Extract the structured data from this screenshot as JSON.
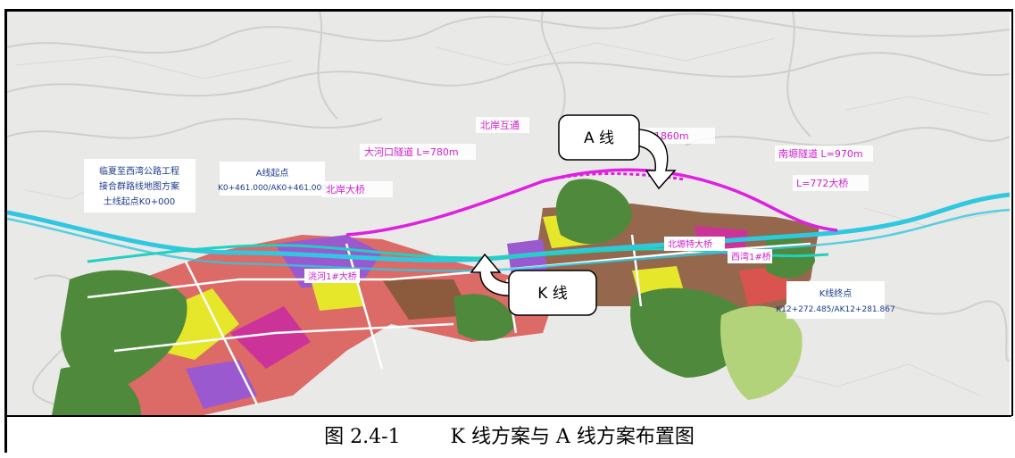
{
  "caption": "图 2.4-1        K 线方案与 A 线方案布置图",
  "callouts": {
    "a_line": "A 线",
    "k_line": "K 线"
  },
  "labels": {
    "left_project": [
      "临夏至西湾公路工程",
      "接合群路线地图方案",
      "土线起点K0+000"
    ],
    "a_start": [
      "A线起点",
      "K0+461.000/AK0+461.000"
    ],
    "k_end": [
      "K线终点",
      "K12+272.485/AK12+281.867"
    ],
    "magenta_tunnel_1": "大河口隧道  L=780m",
    "magenta_bridge_1": "北岸互通",
    "magenta_tunnel_2": "北塬隧道  L=1860m",
    "magenta_bridge_2": "北岸大桥",
    "magenta_bridge_3": "南塬隧道  L=970m",
    "magenta_bridge_4": "L=772大桥",
    "k_bridge_1": "洮河1#大桥",
    "k_bridge_2": "北塬特大桥",
    "k_bridge_3": "西湾1#桥"
  },
  "colors": {
    "a_line": "#e020e0",
    "k_line": "#30c8e0",
    "river": "#30c8e0",
    "forest": "#4f8a3c",
    "label_magenta": "#d020d0"
  }
}
